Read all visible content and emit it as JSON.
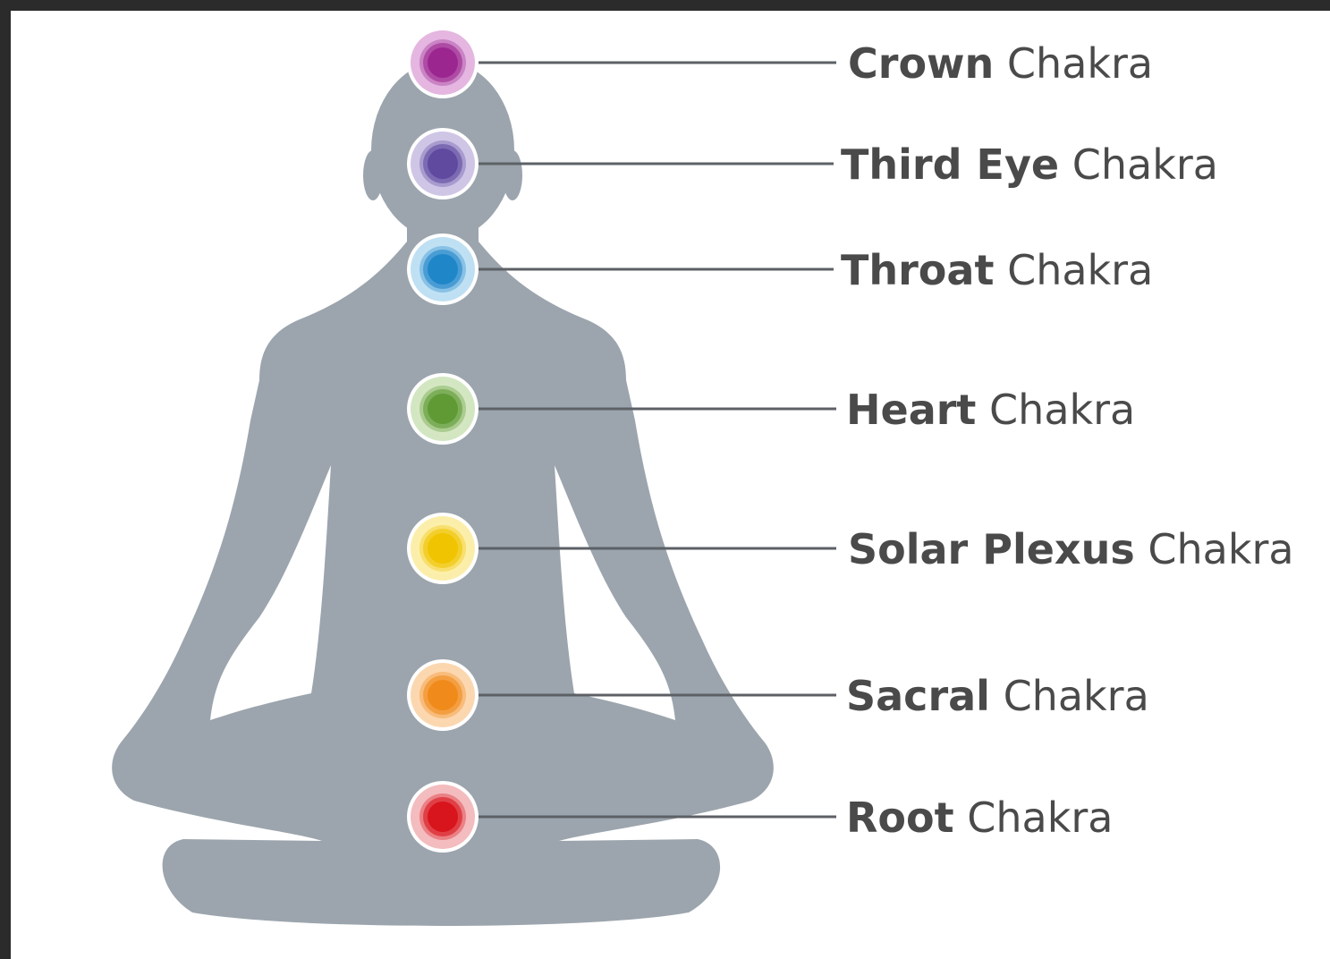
{
  "diagram": {
    "silhouette_color": "#9ca5ad",
    "leader_color": "#5d6166",
    "text_color": "#4a4a4a",
    "chakras": [
      {
        "name": "Crown",
        "suffix": "Chakra",
        "color": "#9b2690",
        "halo": "#e4b6e0"
      },
      {
        "name": "Third Eye",
        "suffix": "Chakra",
        "color": "#5f4aa0",
        "halo": "#cfc6e6"
      },
      {
        "name": "Throat",
        "suffix": "Chakra",
        "color": "#1f86c8",
        "halo": "#bfe0f3"
      },
      {
        "name": "Heart",
        "suffix": "Chakra",
        "color": "#5f9a35",
        "halo": "#d3e6c2"
      },
      {
        "name": "Solar Plexus",
        "suffix": "Chakra",
        "color": "#f0c400",
        "halo": "#fbeeaa"
      },
      {
        "name": "Sacral",
        "suffix": "Chakra",
        "color": "#f08a1a",
        "halo": "#fbd7b0"
      },
      {
        "name": "Root",
        "suffix": "Chakra",
        "color": "#d8141c",
        "halo": "#f3bcbe"
      }
    ]
  }
}
